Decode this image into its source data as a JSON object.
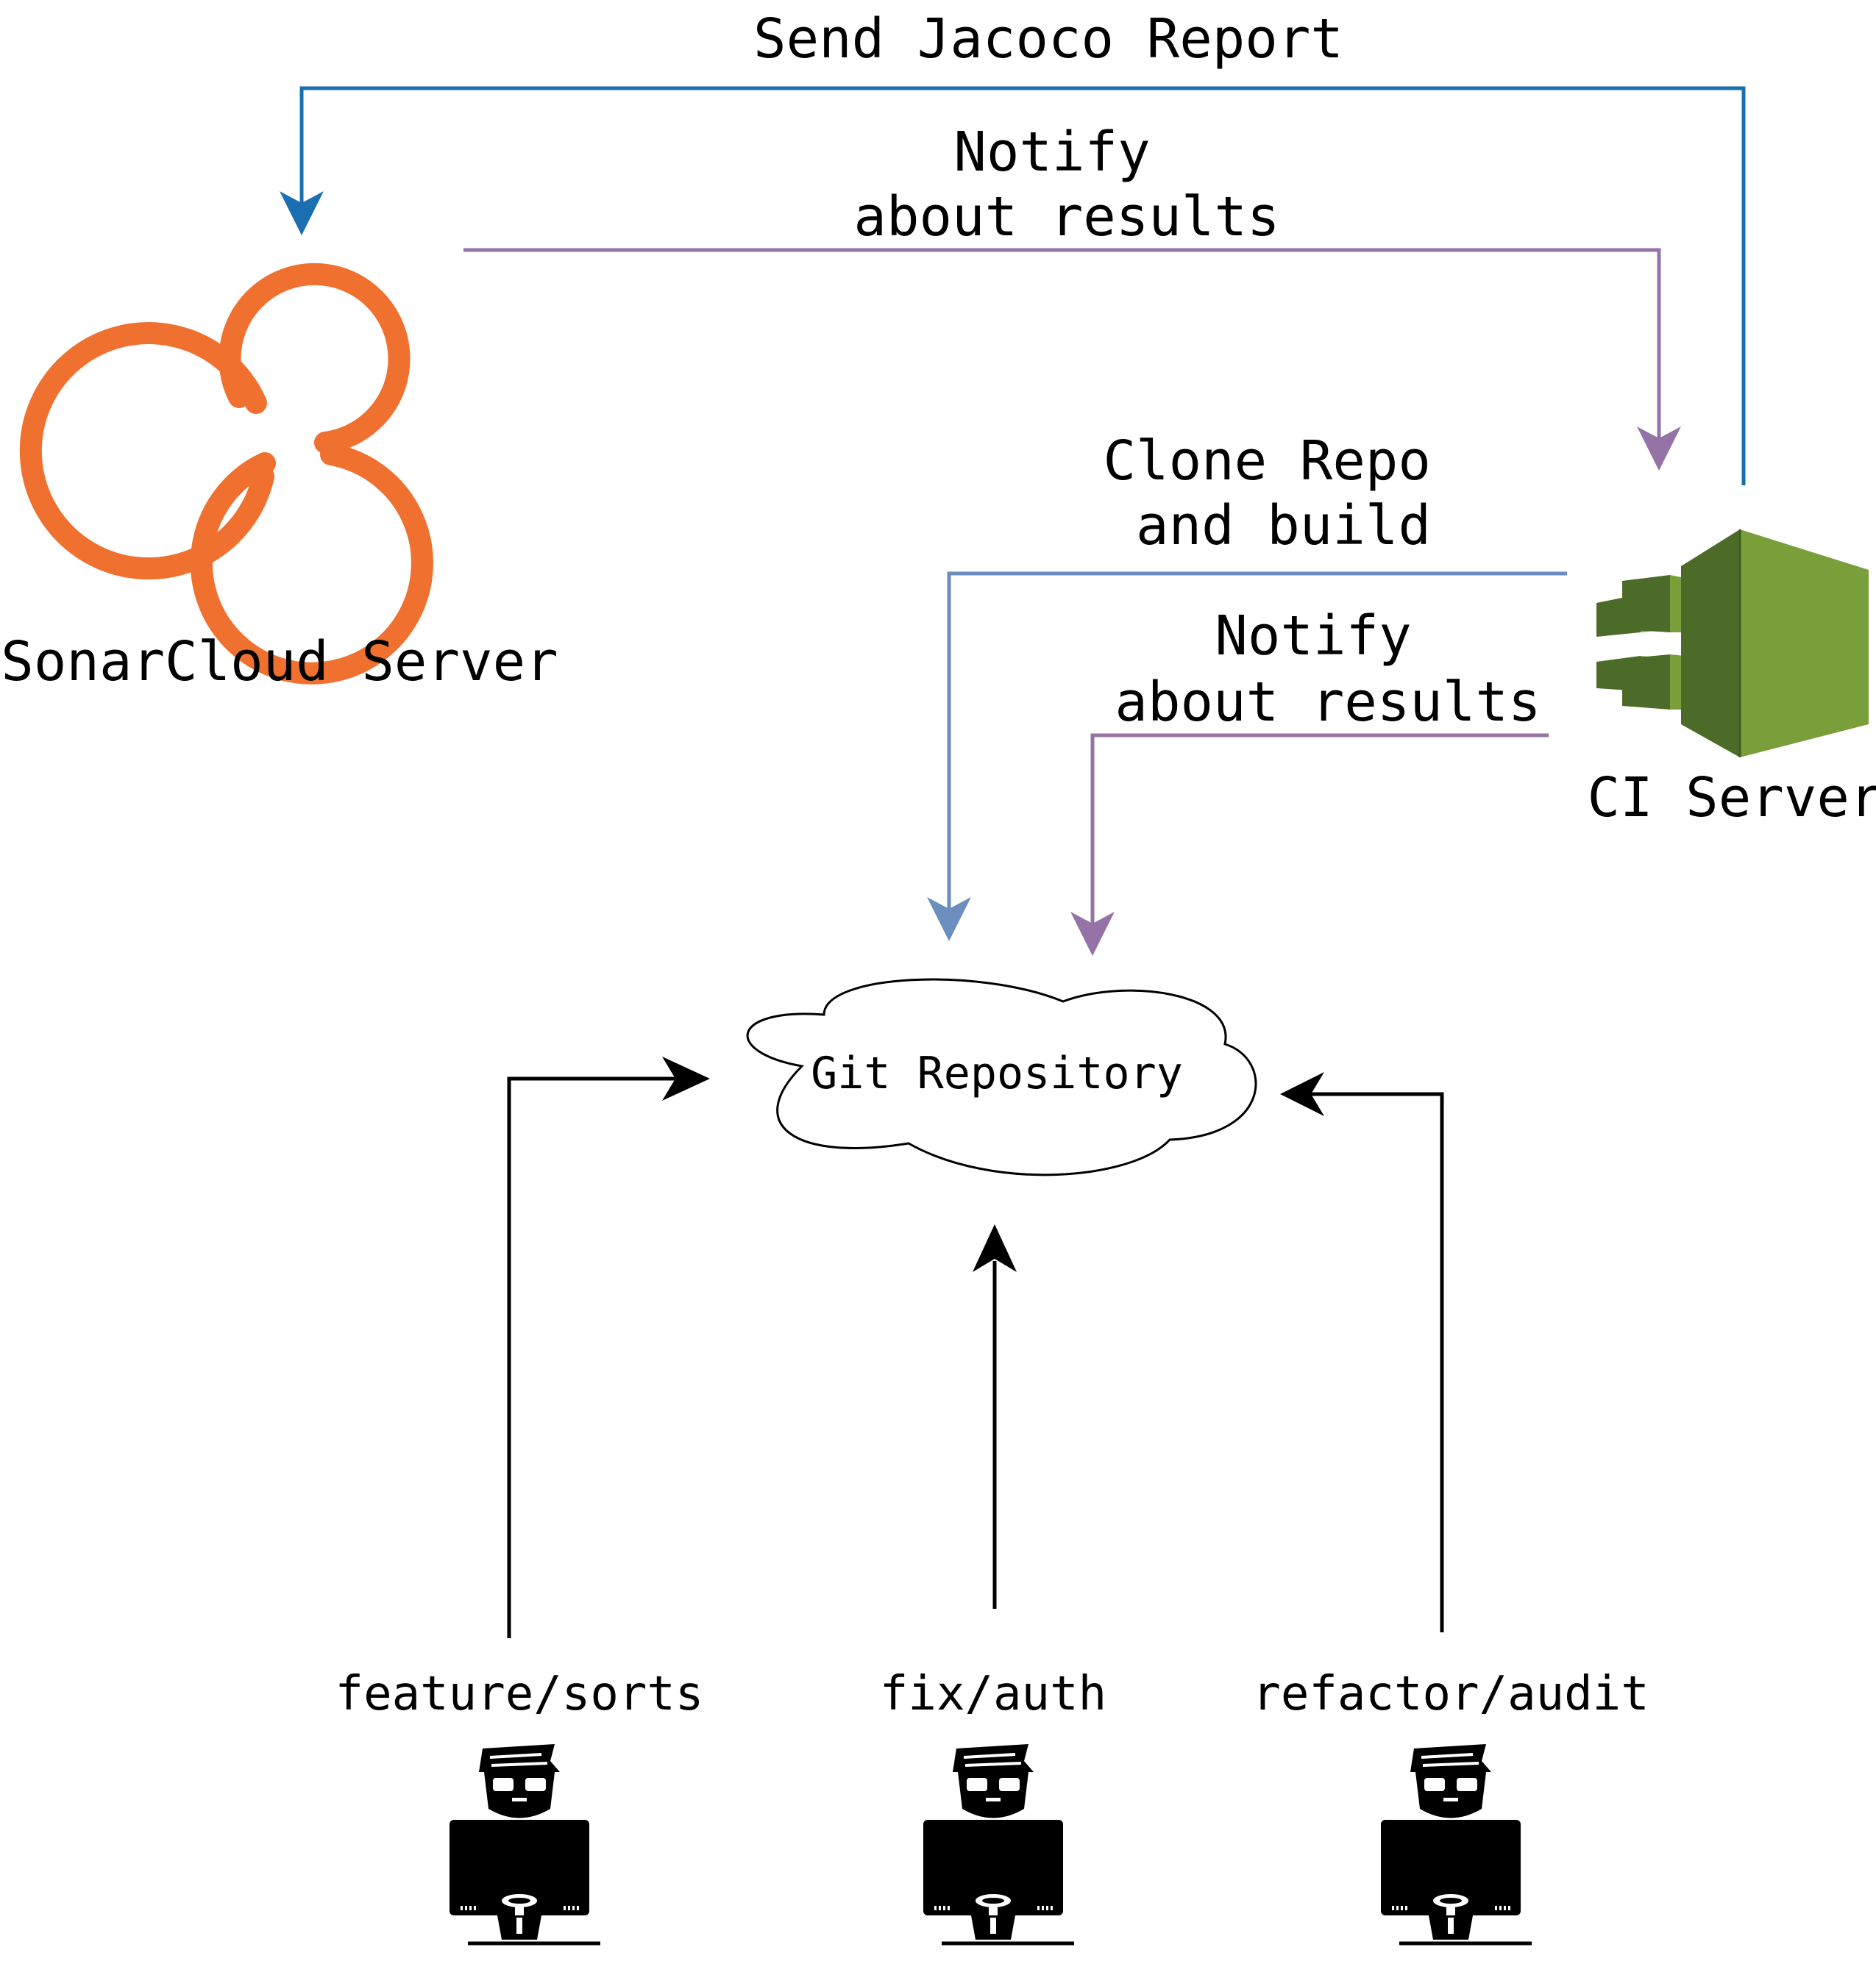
{
  "nodes": {
    "sonarcloud": {
      "label": "SonarCloud Server"
    },
    "ci_server": {
      "label": "CI Server"
    },
    "git_repo": {
      "label": "Git Repository"
    }
  },
  "edges": {
    "send_jacoco": {
      "label": "Send Jacoco Report"
    },
    "notify_sonar": {
      "line1": "Notify",
      "line2": "about results"
    },
    "clone_build": {
      "line1": "Clone Repo",
      "line2": "and build"
    },
    "notify_git": {
      "line1": "Notify",
      "line2": "about results"
    }
  },
  "developers": [
    {
      "branch": "feature/sorts"
    },
    {
      "branch": "fix/auth"
    },
    {
      "branch": "refactor/audit"
    }
  ],
  "colors": {
    "send_jacoco": "#1a6fb0",
    "notify": "#9673a6",
    "clone": "#6c8ebf",
    "sonar_logo": "#f07030",
    "ci_dark": "#4d6b28",
    "ci_light": "#7a9e3a",
    "ci_mid": "#6a8d34",
    "push": "#000000"
  }
}
